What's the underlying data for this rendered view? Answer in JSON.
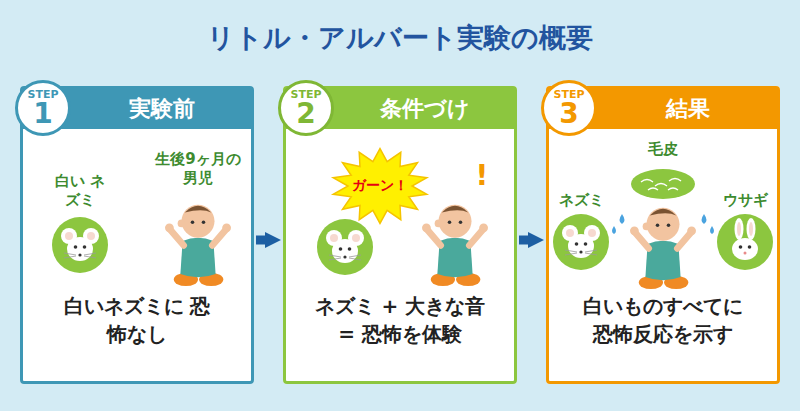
{
  "diagram": {
    "title": "リトル・アルバート実験の概要",
    "nodes": [
      {
        "text": [
          "実験前",
          "白いネズミに 恐怖なし"
        ]
      },
      {
        "text": [
          "STEP",
          "1"
        ],
        "in": 0
      },
      {
        "text": [
          "条件づけ",
          "ネズミ + 大きな音 = 恐怖を体験"
        ]
      },
      {
        "text": [
          "STEP",
          "2"
        ],
        "in": 2
      },
      {
        "text": [
          "結果",
          "白いものすべてに 恐怖反応を示す"
        ]
      },
      {
        "text": [
          "STEP",
          "3"
        ],
        "in": 4
      }
    ],
    "edges": [
      {
        "from": 0,
        "to": 2,
        "arrow": "to"
      },
      {
        "from": 2,
        "to": 4,
        "arrow": "to"
      }
    ],
    "labels": [
      "白い ネズミ",
      "生後9ヶ月の 男児",
      "ガーン！",
      "!",
      "毛皮",
      "ネズミ",
      "ウサギ"
    ]
  }
}
